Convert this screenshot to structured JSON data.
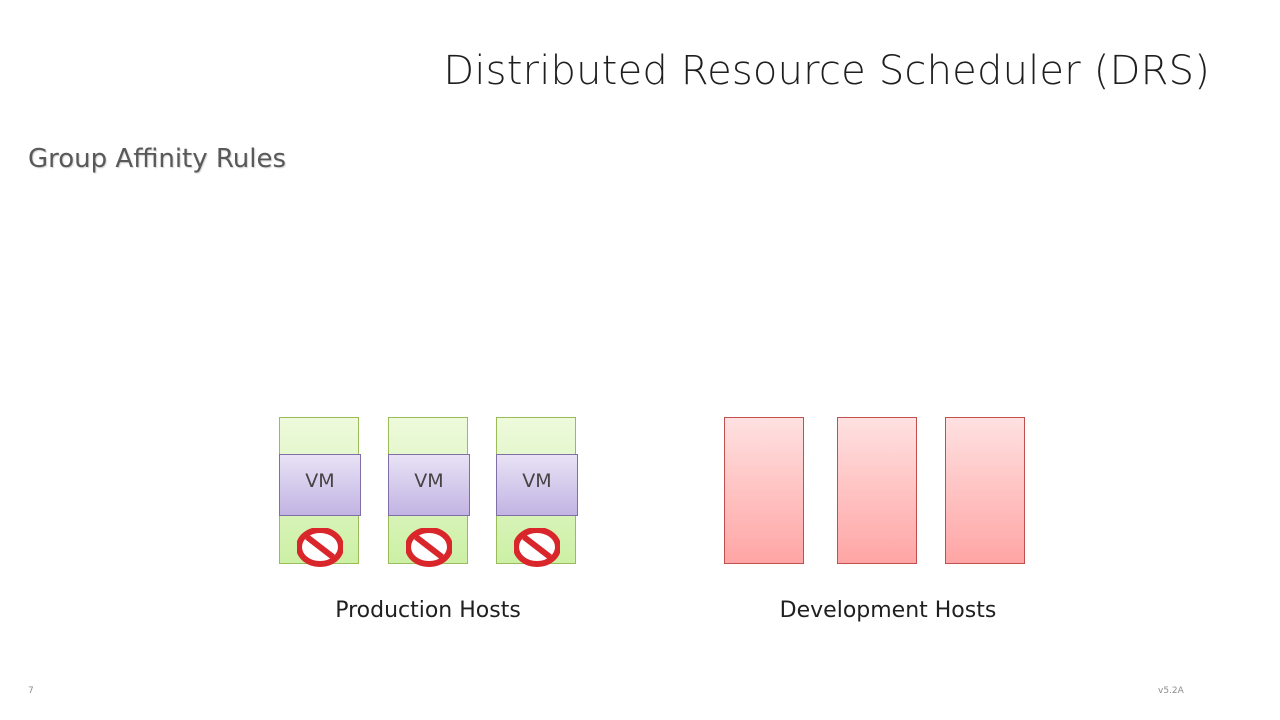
{
  "slide": {
    "title": "Distributed Resource Scheduler (DRS)",
    "subtitle": "Group Affinity Rules",
    "page_number": "7",
    "version": "v5.2A"
  },
  "groups": {
    "production": {
      "label": "Production Hosts",
      "hosts": [
        {
          "vm_label": "VM",
          "icon": "no-entry-icon"
        },
        {
          "vm_label": "VM",
          "icon": "no-entry-icon"
        },
        {
          "vm_label": "VM",
          "icon": "no-entry-icon"
        }
      ],
      "color": "#ccf0a5"
    },
    "development": {
      "label": "Development Hosts",
      "hosts": [
        {},
        {},
        {}
      ],
      "color": "#ffa5a5"
    }
  },
  "colors": {
    "vm": "#c2b4e3",
    "no_entry": "#d9262b"
  }
}
